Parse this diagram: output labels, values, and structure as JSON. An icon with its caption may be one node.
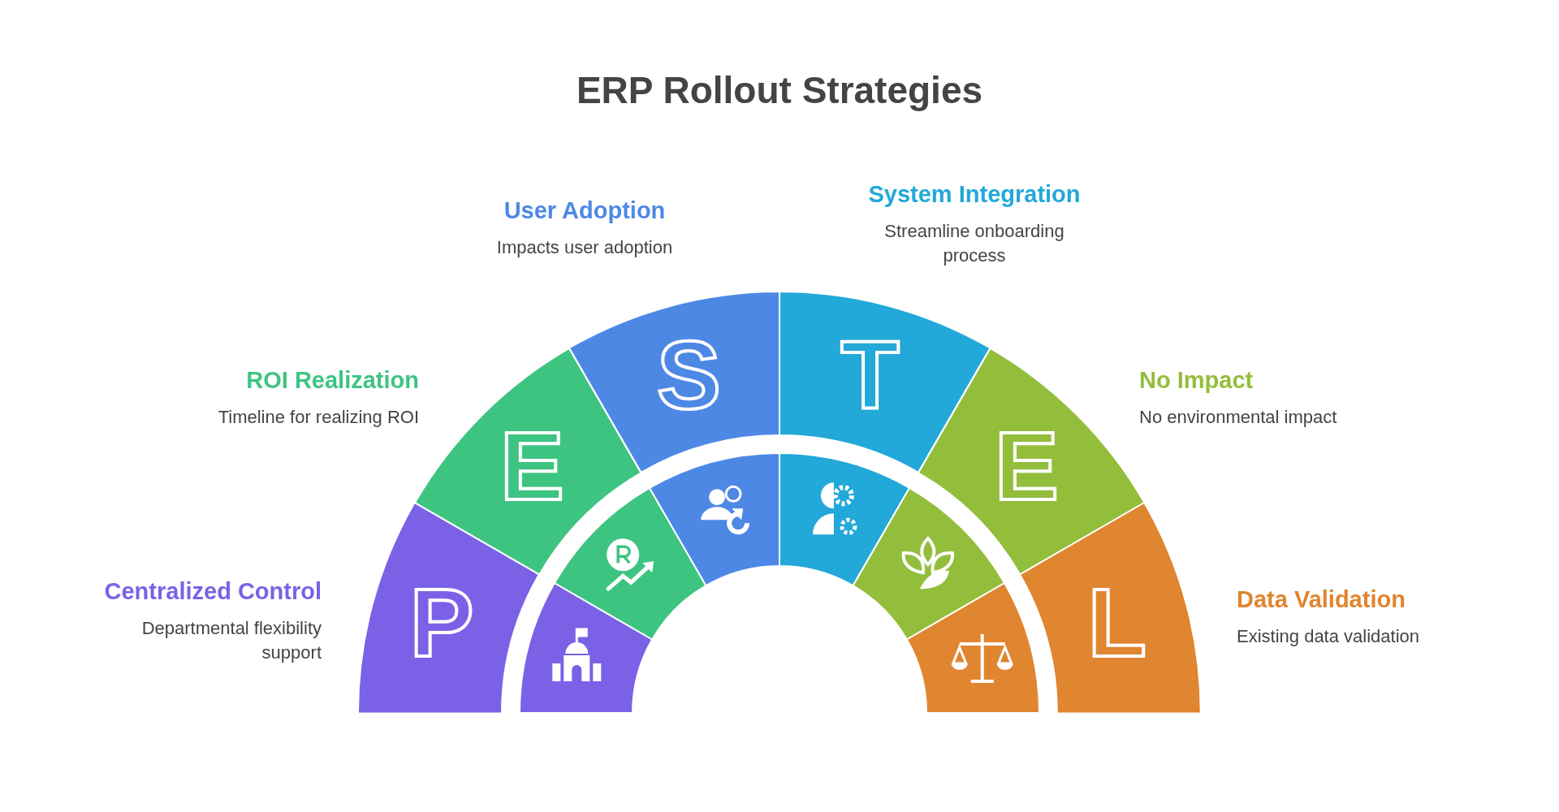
{
  "diagram": {
    "title": "ERP Rollout Strategies",
    "nodes": [
      {
        "text": [
          "P"
        ],
        "beside": [
          "Centralized Control",
          "Departmental flexibility support"
        ]
      },
      {
        "text": [
          "E"
        ],
        "beside": [
          "ROI Realization",
          "Timeline for realizing ROI"
        ]
      },
      {
        "text": [
          "S"
        ],
        "beside": [
          "User Adoption",
          "Impacts user adoption"
        ]
      },
      {
        "text": [
          "T"
        ],
        "beside": [
          "System Integration",
          "Streamline onboarding process"
        ]
      },
      {
        "text": [
          "E"
        ],
        "beside": [
          "No Impact",
          "No environmental impact"
        ]
      },
      {
        "text": [
          "L"
        ],
        "beside": [
          "Data Validation",
          "Existing data validation"
        ]
      }
    ]
  }
}
